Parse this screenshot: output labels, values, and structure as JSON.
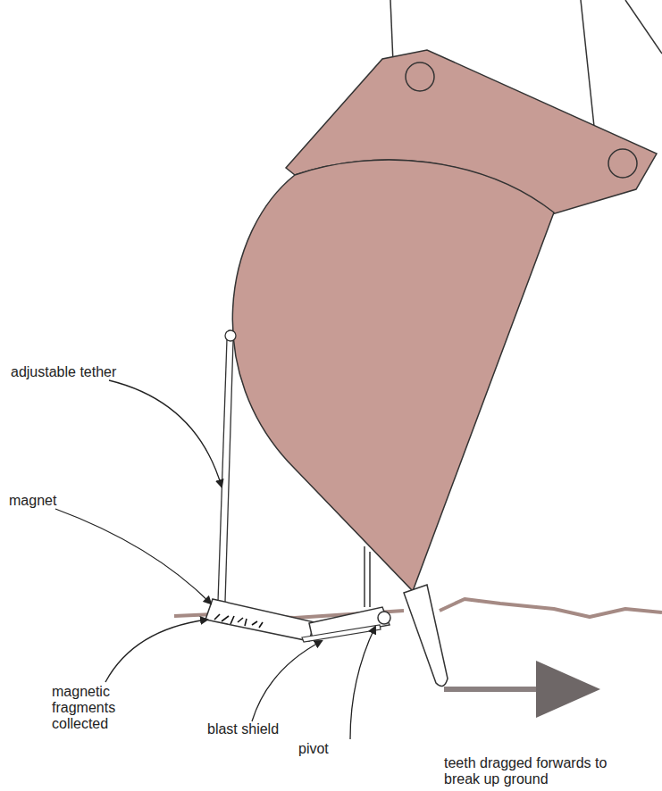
{
  "diagram": {
    "labels": [
      "adjustable tether",
      "magnet",
      "magnetic fragments collected",
      "blast shield",
      "pivot",
      "teeth dragged forwards to break up ground"
    ]
  }
}
